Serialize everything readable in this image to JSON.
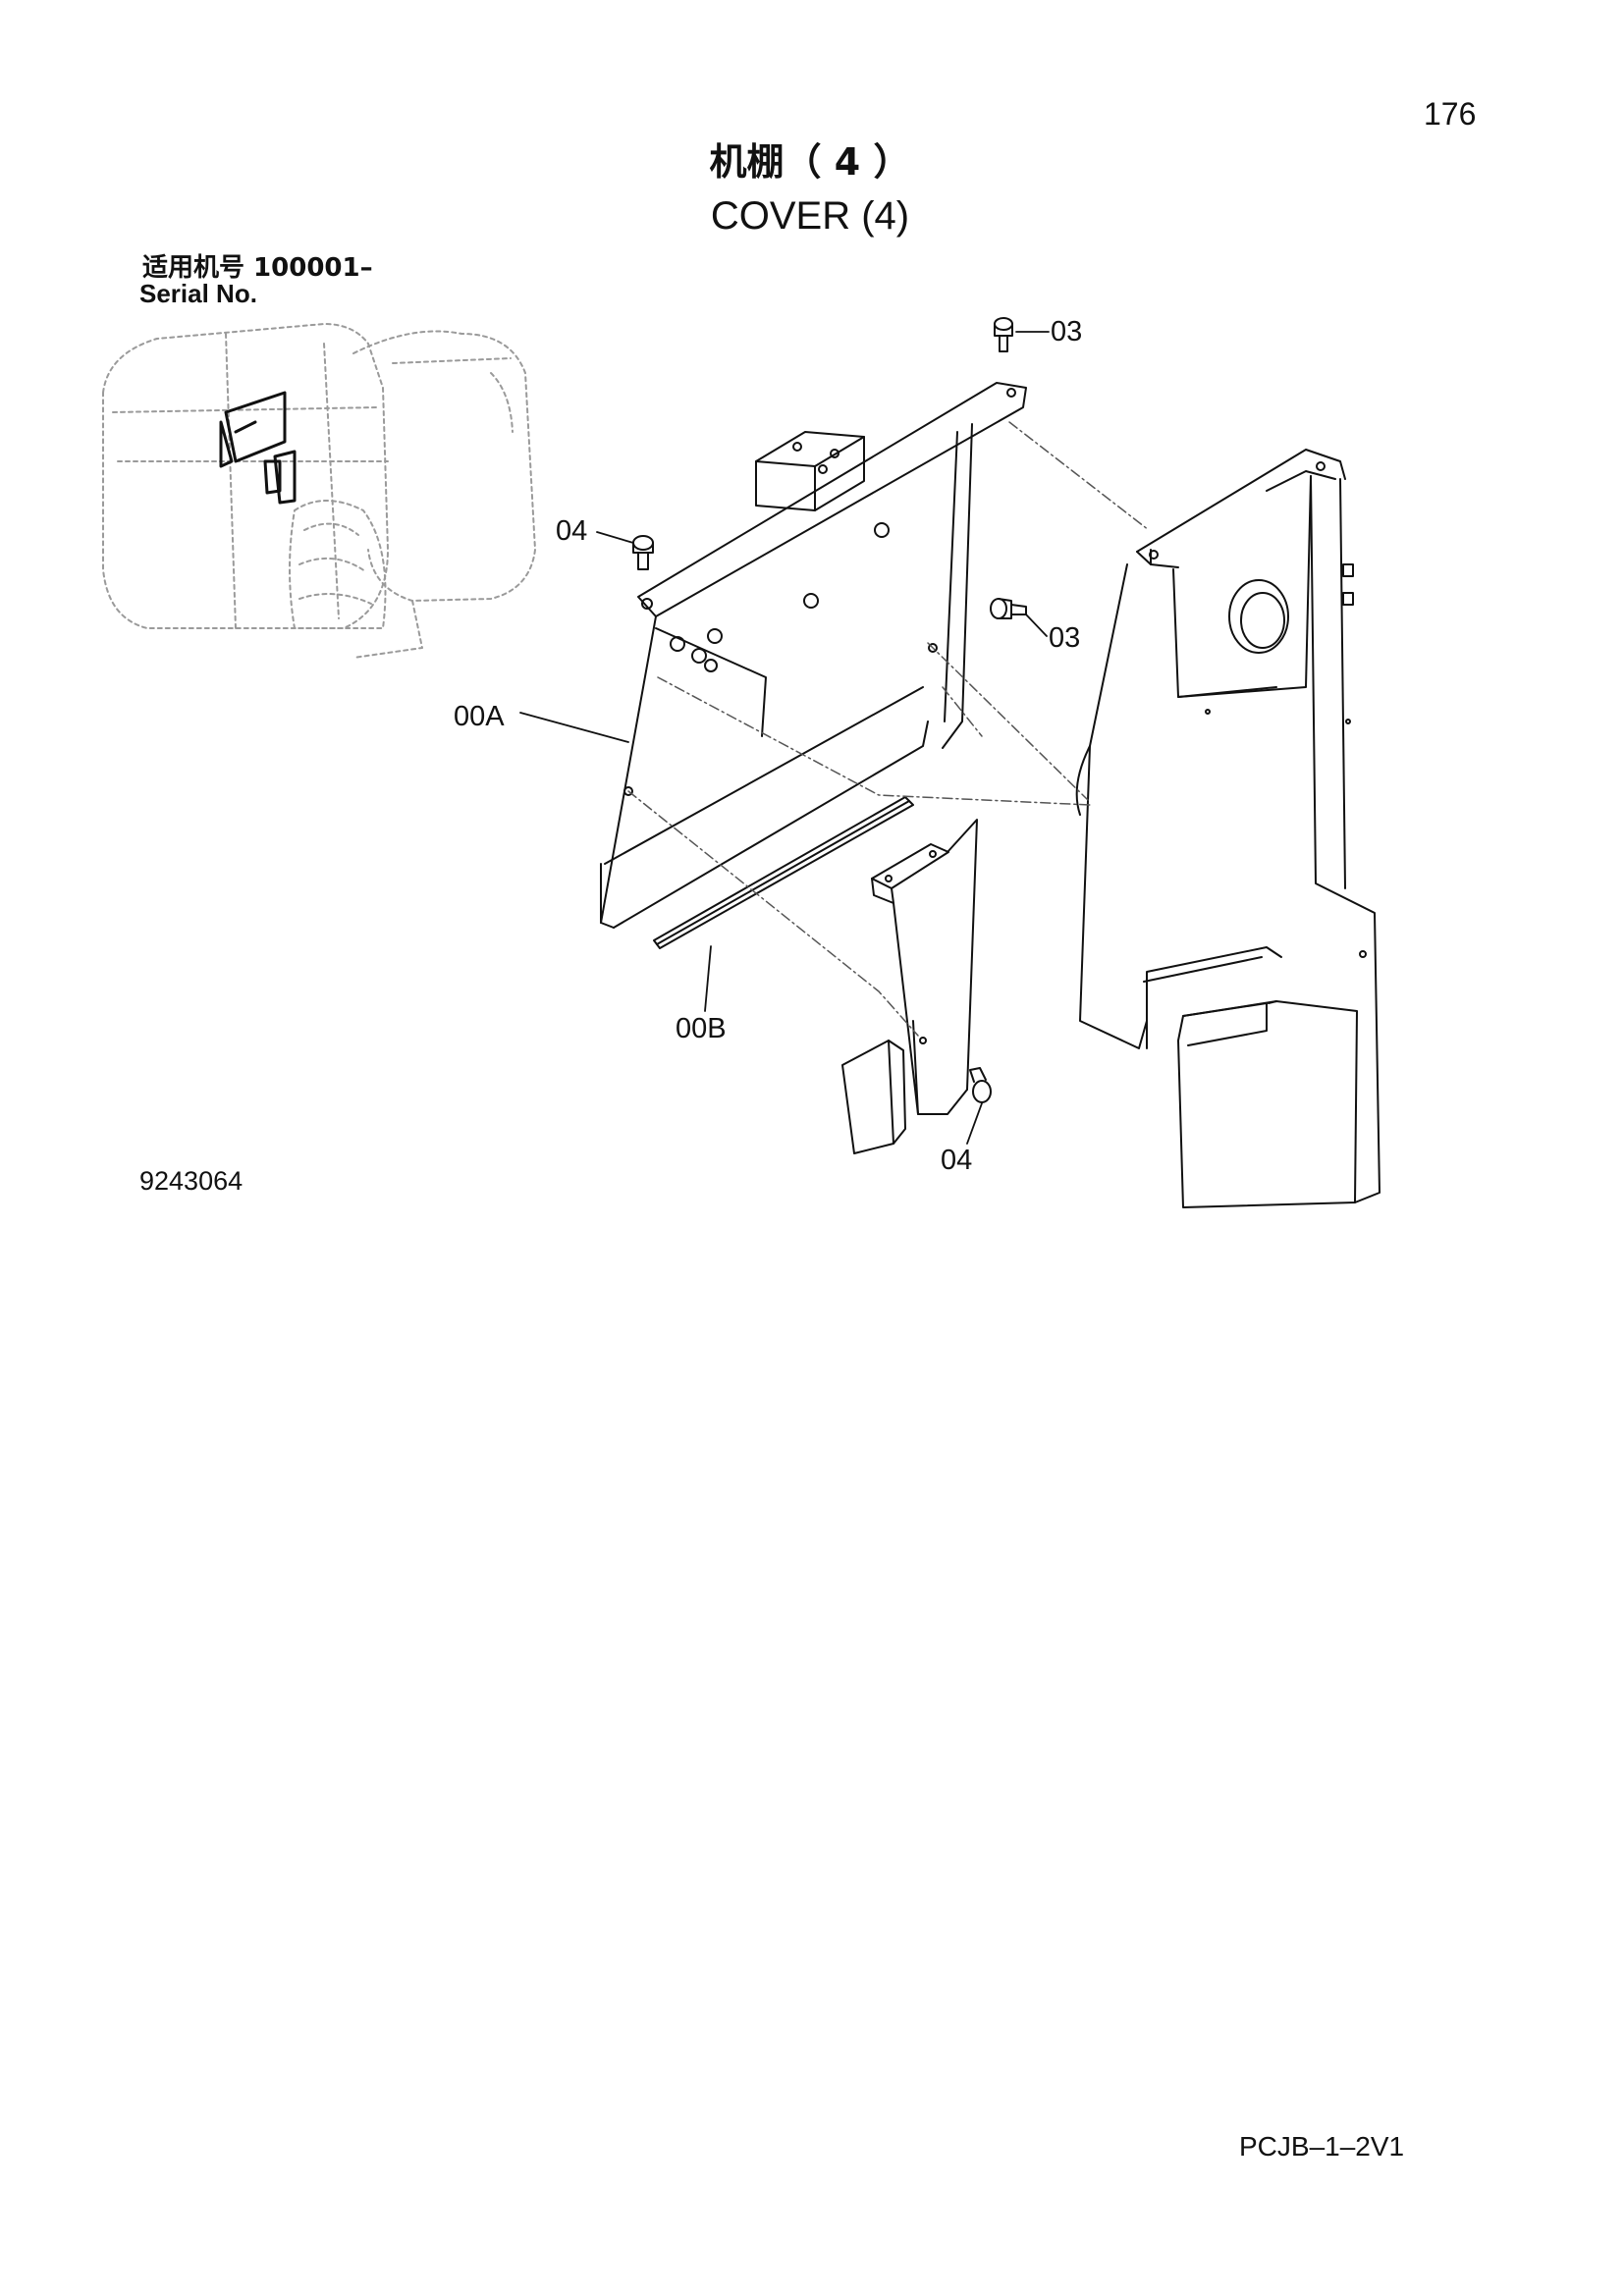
{
  "page": {
    "number": "176",
    "title_cn": "机棚（ 4 ）",
    "title_en": "COVER (4)",
    "serial_label_cn": "适用机号  100001–",
    "serial_label_en": "Serial No.",
    "drawing_number": "9243064",
    "doc_code": "PCJB–1–2V1"
  },
  "callouts": [
    {
      "id": "03-top",
      "label": "03"
    },
    {
      "id": "04-upper",
      "label": "04"
    },
    {
      "id": "03-mid",
      "label": "03"
    },
    {
      "id": "00a",
      "label": "00A"
    },
    {
      "id": "00b",
      "label": "00B"
    },
    {
      "id": "04-lower",
      "label": "04"
    }
  ],
  "colors": {
    "ink": "#111111",
    "paper": "#ffffff",
    "phantom": "#9a9a9a"
  }
}
